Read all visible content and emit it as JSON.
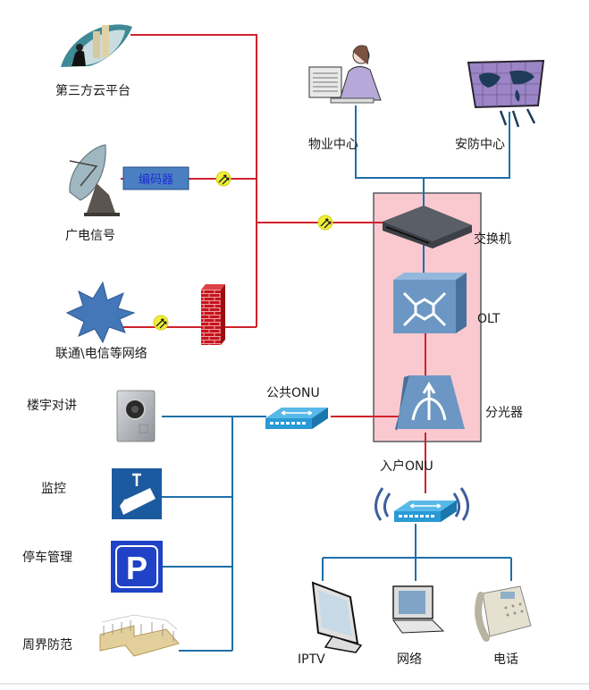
{
  "diagram": {
    "title": "",
    "colors": {
      "fiber_line": "#d0222c",
      "copper_line": "#1f6fa8",
      "central_room_fill": "#f9c9cf",
      "central_room_border": "#555a66",
      "device_blue": "#5b8fc2",
      "converter_yellow": "#f0ee3a"
    },
    "nodes": {
      "cloud_platform": "第三方云平台",
      "broadcast_signal": "广电信号",
      "encoder": "编码器",
      "isp_network": "联通\\电信等网络",
      "property_center": "物业中心",
      "security_center": "安防中心",
      "switch": "交换机",
      "olt": "OLT",
      "splitter": "分光器",
      "public_onu": "公共ONU",
      "home_onu": "入户ONU",
      "intercom": "楼宇对讲",
      "surveillance": "监控",
      "parking": "停车管理",
      "perimeter": "周界防范",
      "iptv": "IPTV",
      "network": "网络",
      "telephone": "电话"
    },
    "icons": {
      "cloud_platform": "cloud-platform-icon",
      "satellite_dish": "satellite-dish-icon",
      "converter": "media-converter-icon",
      "isp_network": "network-burst-icon",
      "firewall": "firewall-icon",
      "operator": "operator-workstation-icon",
      "map_screen": "world-map-screen-icon",
      "switch": "switch-icon",
      "olt": "olt-icon",
      "splitter": "splitter-icon",
      "onu": "onu-icon",
      "door_intercom": "door-intercom-icon",
      "camera": "cctv-camera-icon",
      "parking": "parking-sign-icon",
      "fence": "fence-icon",
      "tv": "tv-monitor-icon",
      "pc": "desktop-pc-icon",
      "phone": "telephone-icon"
    }
  }
}
